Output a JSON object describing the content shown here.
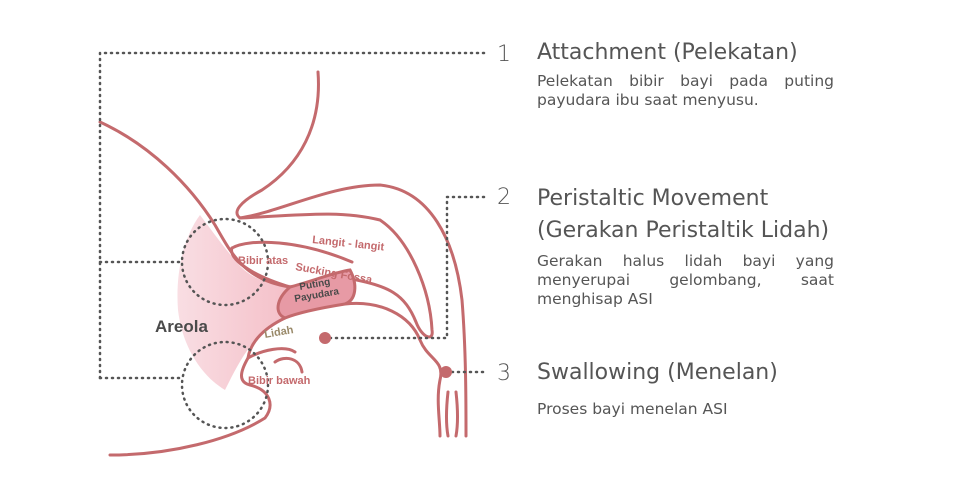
{
  "diagram": {
    "labels": {
      "areola": "Areola",
      "bibir_atas": "Bibir atas",
      "langit": "Langit - langit",
      "sucking_fossa": "Sucking Fossa",
      "puting": "Puting",
      "payudara": "Payudara",
      "lidah": "Lidah",
      "bibir_bawah": "Bibir bawah"
    },
    "colors": {
      "outline": "#c46a6d",
      "areola": "#f4c6cf",
      "dots": "#555555",
      "text": "#555555"
    }
  },
  "steps": [
    {
      "number": "1",
      "title": "Attachment (Pelekatan)",
      "description": "Pelekatan bibir bayi pada puting payudara ibu saat menyusu."
    },
    {
      "number": "2",
      "title_line1": "Peristaltic Movement",
      "title_line2": "(Gerakan Peristaltik Lidah)",
      "description": "Gerakan halus lidah bayi yang menyerupai gelombang, saat menghisap ASI"
    },
    {
      "number": "3",
      "title": "Swallowing (Menelan)",
      "description": "Proses bayi menelan ASI"
    }
  ]
}
